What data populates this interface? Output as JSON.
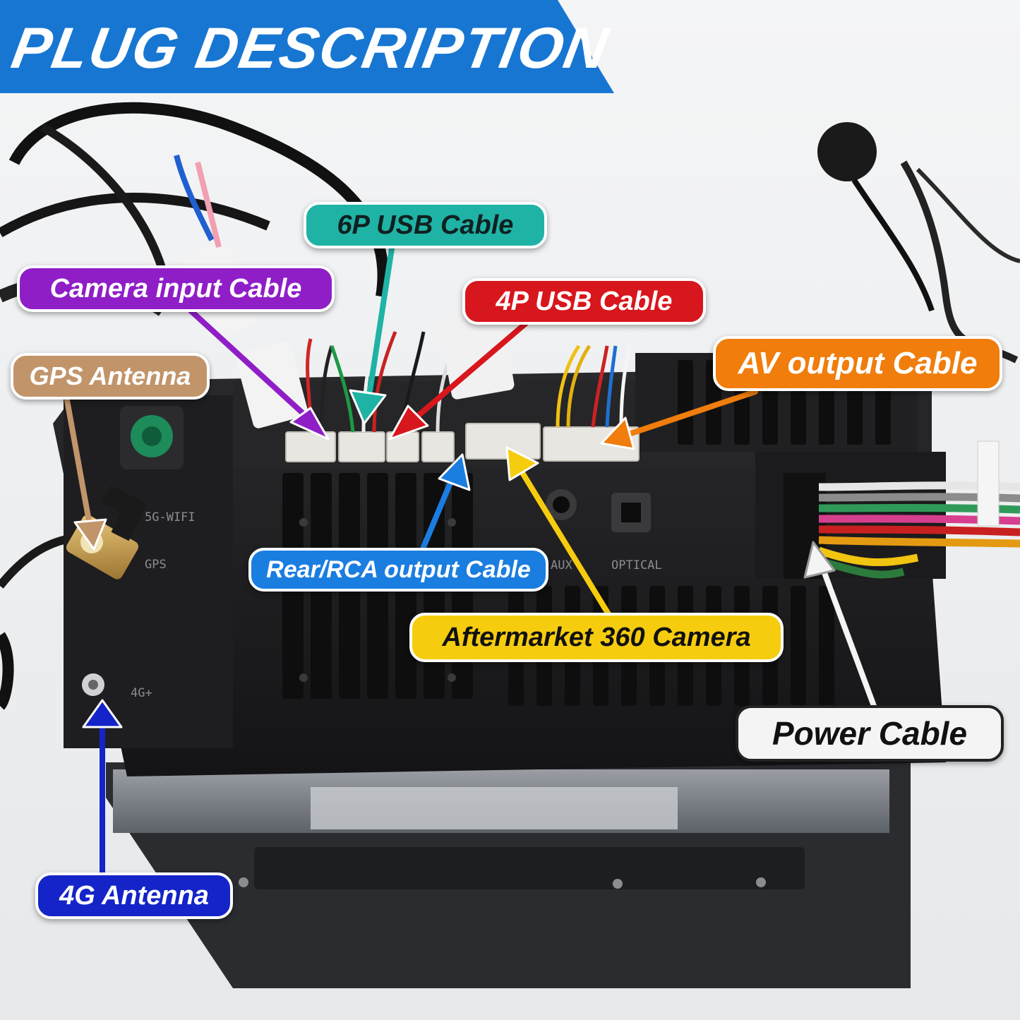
{
  "banner": {
    "title": "PLUG DESCRIPTION",
    "color": "#1776d2"
  },
  "labels": {
    "six_pin_usb": {
      "text": "6P USB Cable",
      "bg": "#1fb3a6",
      "fg": "#102020"
    },
    "camera_input": {
      "text": "Camera input Cable",
      "bg": "#8f1ec7",
      "fg": "#ffffff"
    },
    "four_pin_usb": {
      "text": "4P USB Cable",
      "bg": "#d8161d",
      "fg": "#ffffff"
    },
    "gps_antenna": {
      "text": "GPS Antenna",
      "bg": "#c1946a",
      "fg": "#ffffff"
    },
    "av_output": {
      "text": "AV output Cable",
      "bg": "#f07d0c",
      "fg": "#ffffff"
    },
    "rear_rca_output": {
      "text": "Rear/RCA output Cable",
      "bg": "#1a7de0",
      "fg": "#ffffff"
    },
    "aftermarket_camera": {
      "text": "Aftermarket 360 Camera",
      "bg": "#f6cc0f",
      "fg": "#111111"
    },
    "power_cable": {
      "text": "Power Cable",
      "bg": "#f4f4f4",
      "fg": "#111111"
    },
    "four_g_antenna": {
      "text": "4G Antenna",
      "bg": "#1424c8",
      "fg": "#ffffff"
    }
  },
  "unit_markings": {
    "wifi_port": "5G-WIFI",
    "gps_port": "GPS",
    "fourg_port": "4G+",
    "optical_port": "OPTICAL",
    "aux_port": "AUX"
  }
}
